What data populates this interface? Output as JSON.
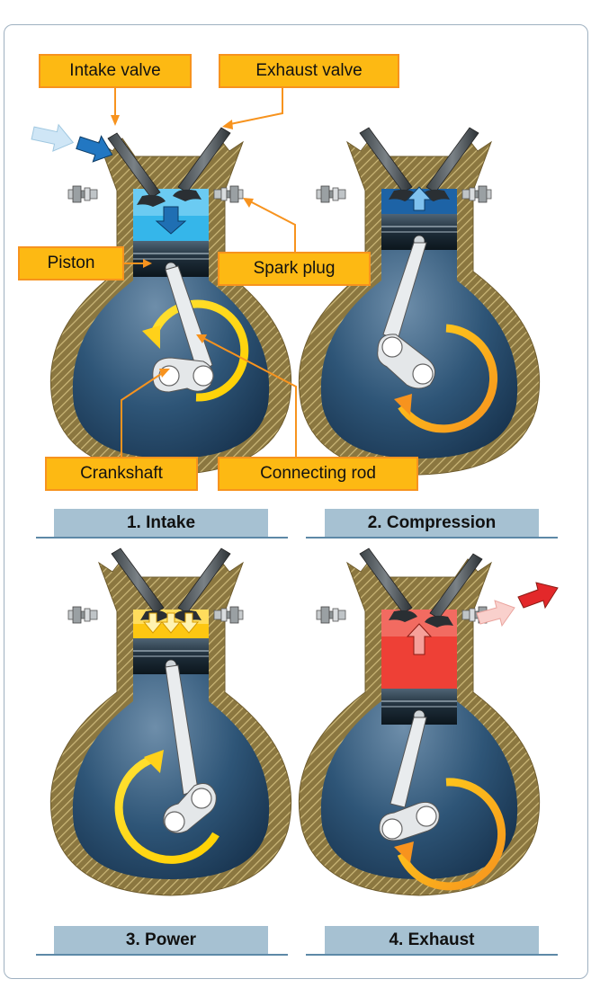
{
  "labels": {
    "intake_valve": "Intake valve",
    "exhaust_valve": "Exhaust valve",
    "piston": "Piston",
    "spark_plug": "Spark plug",
    "crankshaft": "Crankshaft",
    "connecting_rod": "Connecting rod"
  },
  "strokes": [
    {
      "label": "1. Intake",
      "chamber_color": "#35b6ea"
    },
    {
      "label": "2. Compression",
      "chamber_color": "#1d63a6"
    },
    {
      "label": "3. Power",
      "chamber_color": "#fdc712"
    },
    {
      "label": "4. Exhaust",
      "chamber_color": "#ee4036"
    }
  ],
  "colors": {
    "callout_fill": "#fdb913",
    "callout_border": "#f7931e",
    "leader_line": "#f7931e",
    "stage_bar": "#a6c1d2",
    "engine_wall": "#8b7740",
    "crankcase": "#1e3e5e"
  }
}
